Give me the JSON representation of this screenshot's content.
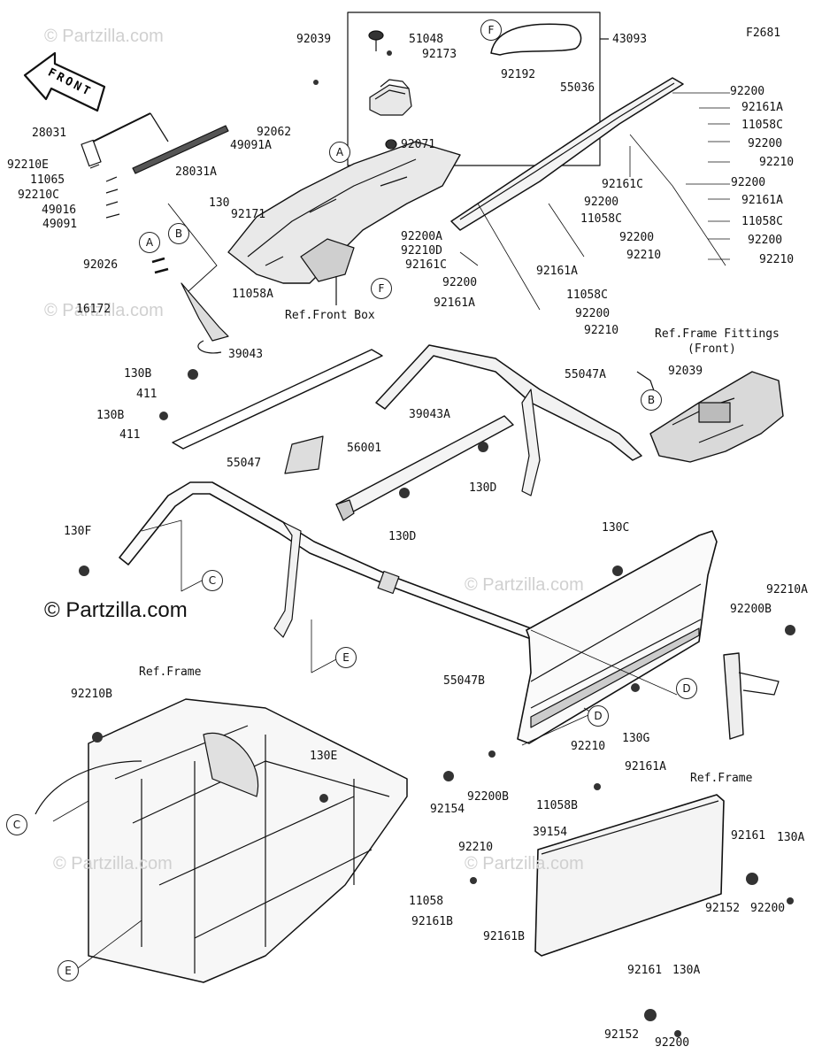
{
  "figure_code": "F2681",
  "front_label": "FRONT",
  "brand": "© Partzilla.com",
  "watermark": "© Partzilla.com",
  "circles": [
    "A",
    "B",
    "A",
    "B",
    "C",
    "C",
    "D",
    "D",
    "E",
    "E",
    "F",
    "F"
  ],
  "ref_labels": {
    "front_box": "Ref.Front Box",
    "frame_fittings_1": "Ref.Frame Fittings",
    "frame_fittings_2": "(Front)",
    "frame_right": "Ref.Frame",
    "frame_left": "Ref.Frame"
  },
  "parts": [
    "92039",
    "51048",
    "92173",
    "43093",
    "92192",
    "55036",
    "92200",
    "92161A",
    "11058C",
    "92200",
    "92210",
    "92200",
    "92161A",
    "11058C",
    "92200",
    "92210",
    "92161C",
    "92200",
    "11058C",
    "92200",
    "92210",
    "92161A",
    "92161C",
    "92200",
    "92161A",
    "11058C",
    "92200",
    "92210",
    "92062",
    "49091A",
    "92071",
    "92171",
    "92200A",
    "92210D",
    "28031",
    "28031A",
    "92210E",
    "11065",
    "92210C",
    "49016",
    "49091",
    "130",
    "92026",
    "11058A",
    "16172",
    "39043",
    "130B",
    "411",
    "130B",
    "411",
    "56001",
    "55047A",
    "92039",
    "39043A",
    "130D",
    "55047",
    "130D",
    "130F",
    "130C",
    "92210A",
    "92200B",
    "55047B",
    "130G",
    "92210",
    "92161A",
    "92154",
    "92200B",
    "11058B",
    "39154",
    "92210",
    "11058",
    "92161B",
    "92161B",
    "92161",
    "130A",
    "92152",
    "92200",
    "92161",
    "130A",
    "92152",
    "92200",
    "92210B",
    "130E"
  ]
}
